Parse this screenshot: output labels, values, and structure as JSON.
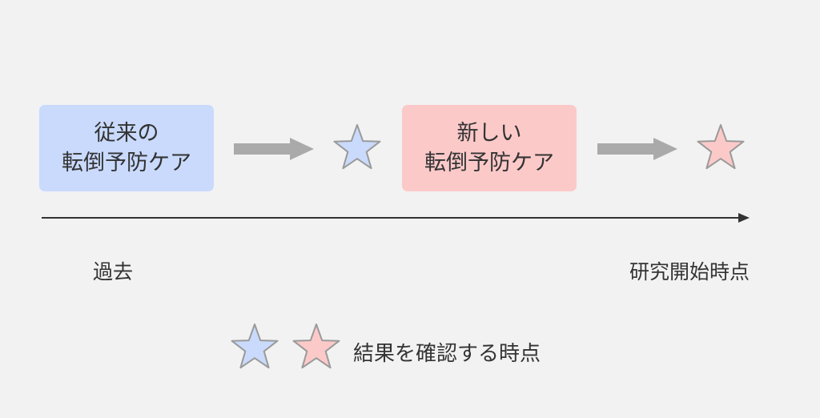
{
  "boxes": {
    "conventional": {
      "line1": "従来の",
      "line2": "転倒予防ケア",
      "color": "#c9dafc"
    },
    "new": {
      "line1": "新しい",
      "line2": "転倒予防ケア",
      "color": "#fcc9c9"
    }
  },
  "timeline": {
    "start_label": "過去",
    "end_label": "研究開始時点"
  },
  "legend": {
    "label": "結果を確認する時点"
  },
  "colors": {
    "background": "#f2f2f2",
    "star_blue": "#c9dafc",
    "star_red": "#fcc9c9",
    "arrow_gray": "#aaaaaa",
    "axis": "#333333"
  },
  "icons": [
    "right-arrow-icon",
    "star-icon"
  ]
}
